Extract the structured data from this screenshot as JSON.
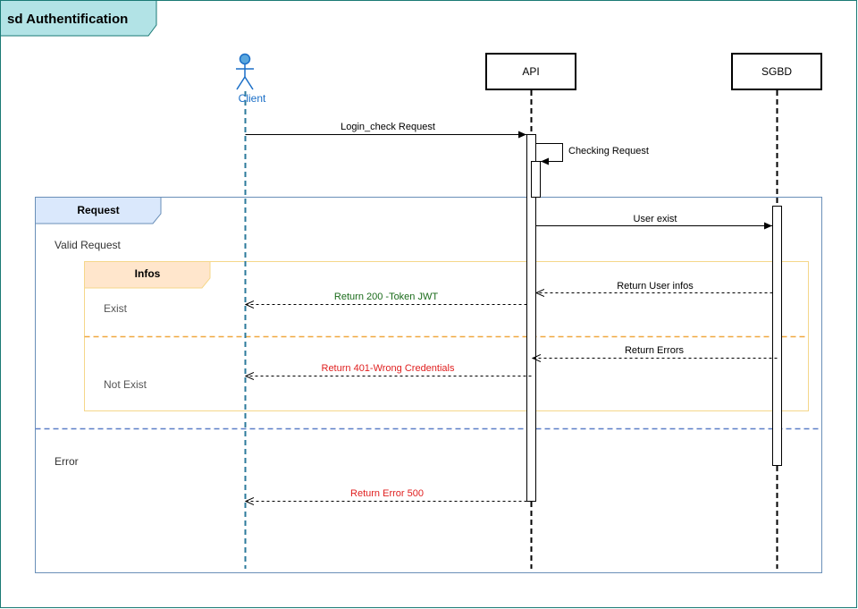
{
  "title": "sd Authentification",
  "participants": {
    "client": "Client",
    "api": "API",
    "sgbd": "SGBD"
  },
  "fragments": {
    "request": {
      "label": "Request",
      "guards": [
        "Valid Request",
        "Error"
      ]
    },
    "infos": {
      "label": "Infos",
      "guards": [
        "Exist",
        "Not Exist"
      ]
    }
  },
  "messages": {
    "login_check": "Login_check Request",
    "checking": "Checking Request",
    "user_exist": "User exist",
    "return_user_infos": "Return User infos",
    "return_200": "Return 200 -Token JWT",
    "return_errors": "Return Errors",
    "return_401": "Return 401-Wrong Credentials",
    "return_500": "Return Error 500"
  },
  "colors": {
    "frame_border": "#1a7a75",
    "frame_tab": "#b2e3e6",
    "client": "#1a6ec7",
    "client_lifeline": "#2b7a9b",
    "request_border": "#6a8fb8",
    "request_tab": "#dae8fc",
    "infos_border": "#f5d78a",
    "infos_tab": "#ffe6cc",
    "infos_separator": "#f0a840",
    "request_separator": "#5b7fc7",
    "success_text": "#1a6b1a",
    "error_text": "#e02020"
  }
}
